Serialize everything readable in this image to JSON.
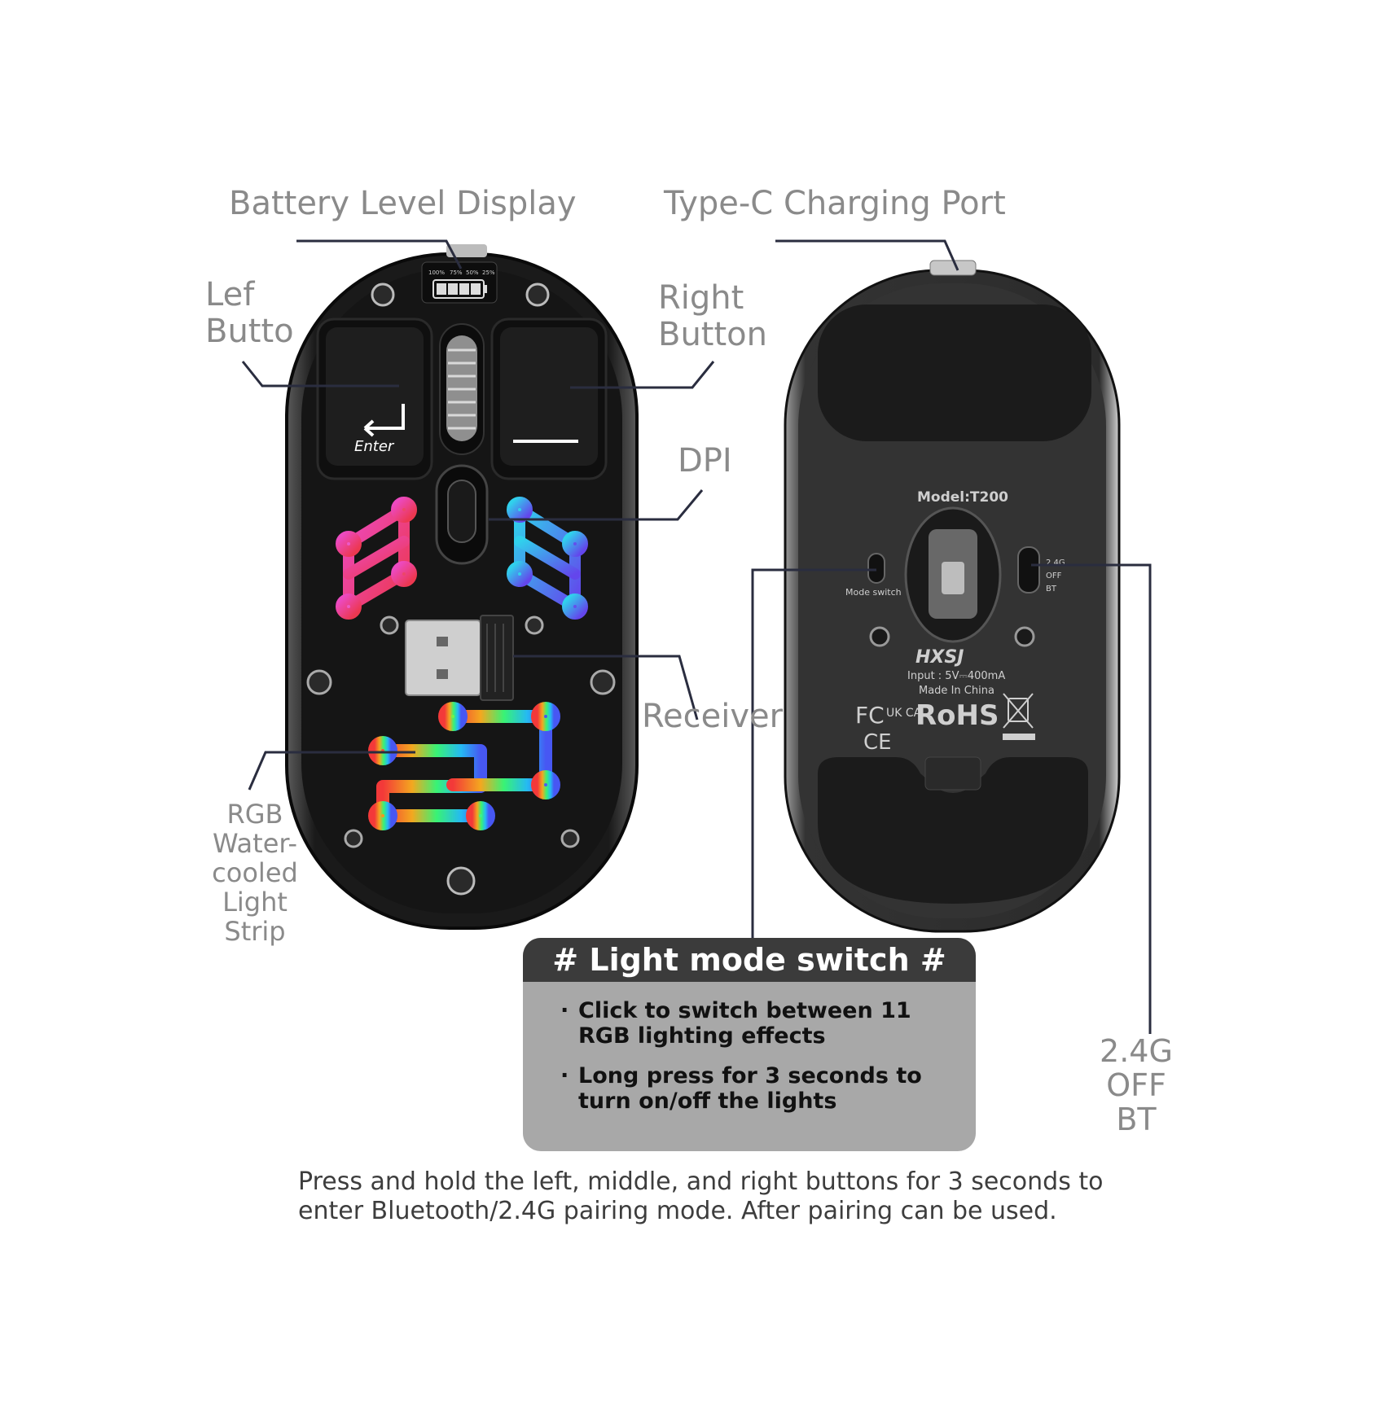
{
  "callouts": {
    "battery_level_display": "Battery Level Display",
    "type_c_charging_port": "Type-C Charging Port",
    "left_button_line1": "Lef",
    "left_button_line2": "Butto",
    "right_button_line1": "Right",
    "right_button_line2": "Button",
    "dpi": "DPI",
    "receiver": "Receiver",
    "rgb_line1": "RGB",
    "rgb_line2": "Water-",
    "rgb_line3": "cooled",
    "rgb_line4": "Light",
    "rgb_line5": "Strip",
    "switch_line1": "2.4G",
    "switch_line2": "OFF",
    "switch_line3": "BT"
  },
  "top_mouse": {
    "battery_marks": [
      "100%",
      "75%",
      "50%",
      "25%"
    ],
    "enter_key_label": "Enter"
  },
  "bottom_mouse": {
    "model": "Model:T200",
    "mode_switch_label": "Mode switch",
    "switch_positions": [
      "2.4G",
      "OFF",
      "BT"
    ],
    "brand": "HXSJ",
    "input_rating": "Input : 5V⎓400mA",
    "origin": "Made In China",
    "certifications": [
      "FC",
      "UK CA",
      "RoHS",
      "CE"
    ]
  },
  "light_panel": {
    "title": "# Light mode switch #",
    "bullets": [
      "Click to switch between 11 RGB lighting effects",
      "Long press for 3 seconds to turn on/off the lights"
    ],
    "bullet_char": "·"
  },
  "footer": {
    "line1": "Press and hold the left, middle, and right buttons for 3 seconds to",
    "line2": "enter Bluetooth/2.4G pairing mode. After pairing can be used."
  },
  "colors": {
    "label_gray": "#8a8a8a",
    "leader_line": "#2a2d3f",
    "panel_header": "#3b3b3b",
    "panel_body": "#a8a8a8",
    "mouse_body": "#1c1c1c"
  }
}
